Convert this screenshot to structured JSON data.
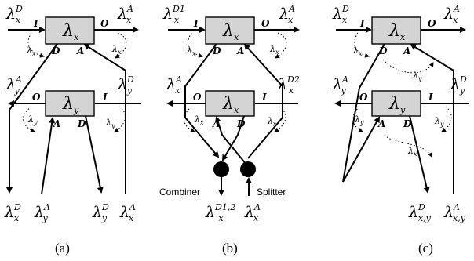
{
  "panels": [
    {
      "id": "a",
      "caption": "(a)",
      "top_device": {
        "label_base": "λ",
        "label_sub": "x",
        "port_left": "I",
        "port_right": "O",
        "port_bottom_left": "D",
        "port_bottom_right": "A"
      },
      "bottom_device": {
        "label_base": "λ",
        "label_sub": "y",
        "port_left": "O",
        "port_right": "I",
        "port_bottom_left": "A",
        "port_bottom_right": "D"
      },
      "signals_top": [
        {
          "base": "λ",
          "sub": "x",
          "sup": "D"
        },
        {
          "base": "λ",
          "sub": "x",
          "sup": "A"
        }
      ],
      "signals_mid": [
        {
          "base": "λ",
          "sub": "y",
          "sup": "A"
        },
        {
          "base": "λ",
          "sub": "y",
          "sup": "D"
        }
      ],
      "signals_bottom": [
        {
          "base": "λ",
          "sub": "x",
          "sup": "D"
        },
        {
          "base": "λ",
          "sub": "y",
          "sup": "A"
        },
        {
          "base": "λ",
          "sub": "y",
          "sup": "D"
        },
        {
          "base": "λ",
          "sub": "x",
          "sup": "A"
        }
      ],
      "curve_labels": [
        {
          "base": "λ",
          "sub": "x"
        },
        {
          "base": "λ",
          "sub": "x"
        },
        {
          "base": "λ",
          "sub": "y"
        },
        {
          "base": "λ",
          "sub": "y"
        }
      ]
    },
    {
      "id": "b",
      "caption": "(b)",
      "top_device": {
        "label_base": "λ",
        "label_sub": "x",
        "port_left": "I",
        "port_right": "O",
        "port_bottom_left": "D",
        "port_bottom_right": "A"
      },
      "bottom_device": {
        "label_base": "λ",
        "label_sub": "x",
        "port_left": "O",
        "port_right": "I",
        "port_bottom_left": "A",
        "port_bottom_right": "D"
      },
      "signals_top": [
        {
          "base": "λ",
          "sub": "x",
          "sup": "D1"
        },
        {
          "base": "λ",
          "sub": "x",
          "sup": "A"
        }
      ],
      "signals_mid": [
        {
          "base": "λ",
          "sub": "x",
          "sup": "A"
        },
        {
          "base": "λ",
          "sub": "x",
          "sup": "D2"
        }
      ],
      "signals_bottom": [
        {
          "base": "λ",
          "sub": "x",
          "sup": "D1,2"
        },
        {
          "base": "λ",
          "sub": "x",
          "sup": "A"
        }
      ],
      "curve_labels": [
        {
          "base": "λ",
          "sub": "x"
        },
        {
          "base": "λ",
          "sub": "x"
        },
        {
          "base": "λ",
          "sub": "x"
        },
        {
          "base": "λ",
          "sub": "x"
        }
      ],
      "combiner_label": "Combiner",
      "splitter_label": "Splitter"
    },
    {
      "id": "c",
      "caption": "(c)",
      "top_device": {
        "label_base": "λ",
        "label_sub": "x",
        "port_left": "I",
        "port_right": "O",
        "port_bottom_left": "D",
        "port_bottom_right": "A"
      },
      "bottom_device": {
        "label_base": "λ",
        "label_sub": "y",
        "port_left": "O",
        "port_right": "I",
        "port_bottom_left": "A",
        "port_bottom_right": "D"
      },
      "signals_top": [
        {
          "base": "λ",
          "sub": "x",
          "sup": "D"
        },
        {
          "base": "λ",
          "sub": "x",
          "sup": "A"
        }
      ],
      "signals_mid": [
        {
          "base": "λ",
          "sub": "y",
          "sup": "A"
        },
        {
          "base": "λ",
          "sub": "y",
          "sup": "D"
        }
      ],
      "signals_bottom": [
        {
          "base": "λ",
          "sub": "x,y",
          "sup": "D"
        },
        {
          "base": "λ",
          "sub": "x,y",
          "sup": "A"
        }
      ],
      "curve_labels": [
        {
          "base": "λ",
          "sub": "x"
        },
        {
          "base": "λ",
          "sub": "y"
        },
        {
          "base": "λ",
          "sub": "y"
        },
        {
          "base": "λ",
          "sub": "y"
        },
        {
          "base": "λ",
          "sub": "x"
        }
      ]
    }
  ]
}
